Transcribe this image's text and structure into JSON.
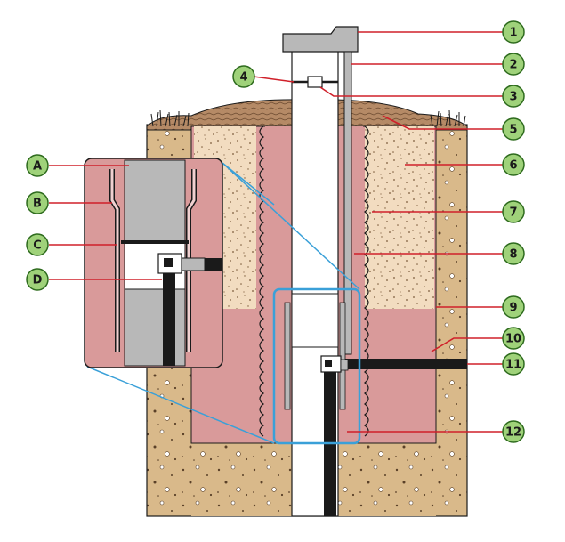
{
  "palette": {
    "background": "#ffffff",
    "outer_soil": "#d9b98a",
    "sand": "#f2dcc0",
    "grout": "#d99a9a",
    "grout_dark": "#c98888",
    "casing": "#ffffff",
    "pipe_gray": "#b8b8b8",
    "outline": "#1a1a1a",
    "callout_line": "#d0202a",
    "label_circle": "#9fd27a",
    "label_circle_stroke": "#2e6b1e",
    "inset_frame": "#3aa0d8",
    "black_pipe": "#1a1a1a"
  },
  "labels": {
    "numbers": [
      "1",
      "2",
      "3",
      "4",
      "5",
      "6",
      "7",
      "8",
      "9",
      "10",
      "11",
      "12"
    ],
    "letters": [
      "A",
      "B",
      "C",
      "D"
    ]
  }
}
